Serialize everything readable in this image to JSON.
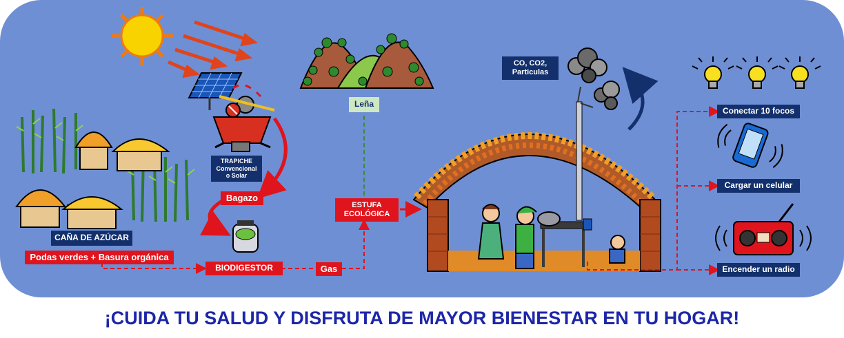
{
  "labels": {
    "cane": "CAÑA DE AZÚCAR",
    "pruning": "Podas verdes + Basura orgánica",
    "trapiche_title": "TRAPICHE",
    "trapiche_l2": "Convencional",
    "trapiche_l3": "o Solar",
    "bagazo": "Bagazo",
    "biodigestor": "BIODIGESTOR",
    "gas": "Gas",
    "lena": "Leña",
    "stove_l1": "ESTUFA",
    "stove_l2": "ECOLÓGICA",
    "emissions_l1": "CO, CO2,",
    "emissions_l2": "Particulas",
    "bulbs": "Conectar 10 focos",
    "phone": "Cargar un celular",
    "radio": "Encender un radio"
  },
  "slogan": "¡CUIDA TU SALUD Y DISFRUTA DE MAYOR BIENESTAR EN TU HOGAR!",
  "colors": {
    "background": "#6f8fd4",
    "navy_label": "#14306c",
    "red_label": "#e0141c",
    "slogan": "#1c26a8",
    "flow_line": "#e0141c",
    "wood_line": "#3c8a3c"
  }
}
